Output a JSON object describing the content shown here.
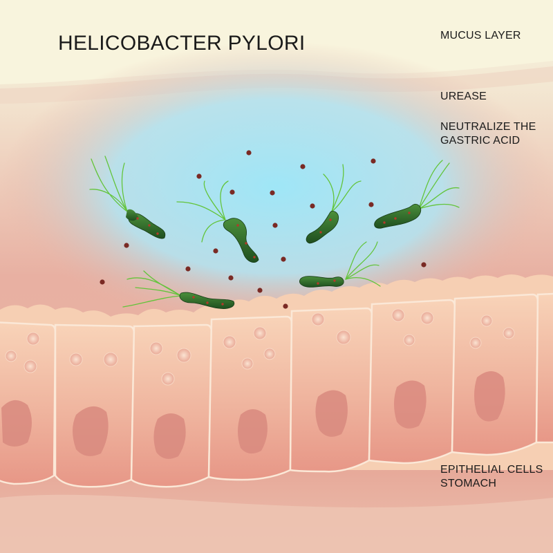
{
  "title": "HELICOBACTER PYLORI",
  "labels": {
    "mucus_layer": "MUCUS LAYER",
    "urease": "UREASE",
    "neutralize": "NEUTRALIZE THE\nGASTRIC ACID",
    "epithelial": "EPITHELIAL CELLS\nSTOMACH"
  },
  "colors": {
    "mucus_top": "#f7f4dc",
    "mucus_blue": "#a9e6f4",
    "tissue": "#e7a79a",
    "cell_fill": "#f3c2a6",
    "cell_outline": "#fbe7d6",
    "nucleus": "#d98c80",
    "bacterium": "#2f6b2d",
    "flagella": "#6fcf3f",
    "urease_dot": "#7a2a24"
  },
  "icons": [
    "bacterium-icon",
    "urease-molecule-icon",
    "epithelial-cell-icon"
  ]
}
